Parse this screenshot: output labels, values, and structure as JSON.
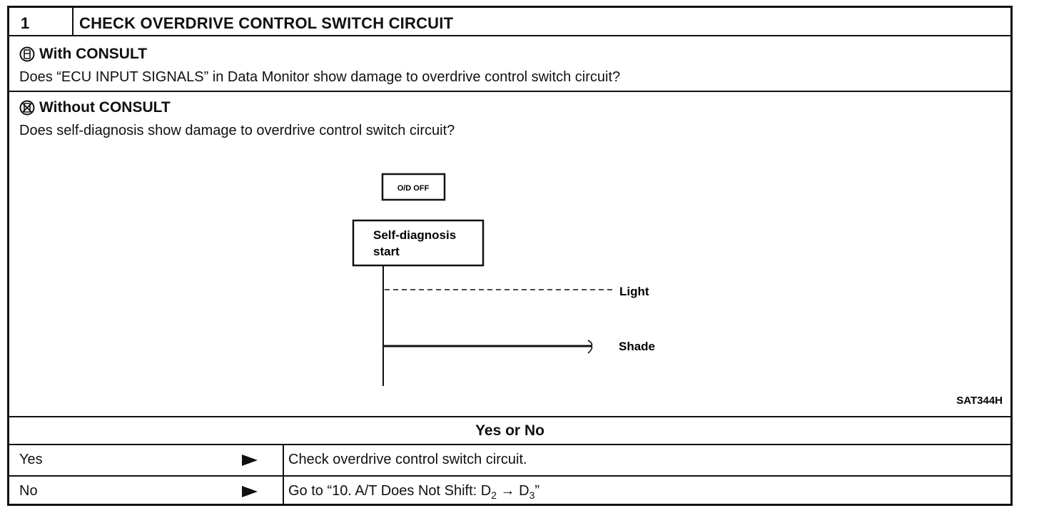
{
  "header": {
    "step_number": "1",
    "title": "CHECK OVERDRIVE CONTROL SWITCH CIRCUIT"
  },
  "with_consult": {
    "heading": "With CONSULT",
    "text": "Does “ECU INPUT SIGNALS” in Data Monitor show damage to overdrive control switch circuit?"
  },
  "without_consult": {
    "heading": "Without CONSULT",
    "text": "Does self-diagnosis show damage to overdrive control switch circuit?"
  },
  "diagram": {
    "od_off_label": "O/D OFF",
    "start_label_line1": "Self-diagnosis",
    "start_label_line2": "start",
    "light_label": "Light",
    "shade_label": "Shade",
    "figure_code": "SAT344H"
  },
  "decision": {
    "prompt": "Yes or No",
    "rows": [
      {
        "answer": "Yes",
        "action": "Check overdrive control switch circuit."
      },
      {
        "answer": "No",
        "action_prefix": "Go to “10. A/T Does Not Shift: D",
        "sub1": "2",
        "arrow": " → D",
        "sub2": "3",
        "action_suffix": "”"
      }
    ]
  }
}
